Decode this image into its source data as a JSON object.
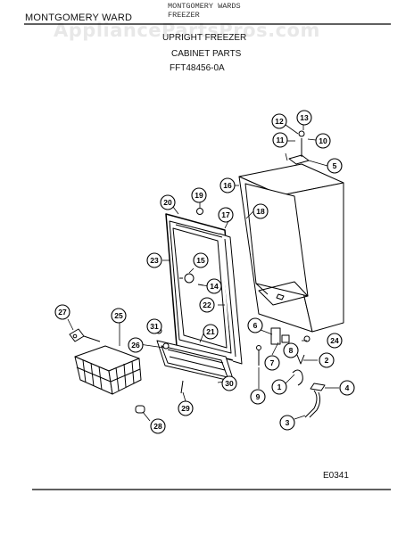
{
  "header": {
    "brand": "MONTGOMERY WARD",
    "typed_line1": "MONTGOMERY WARDS",
    "typed_line2": "FREEZER",
    "product": "UPRIGHT FREEZER",
    "section": "CABINET PARTS",
    "model": "FFT48456-0A"
  },
  "watermark": "AppliancePartsPros.com",
  "diagram_code": "E0341",
  "callouts": [
    "1",
    "2",
    "3",
    "4",
    "5",
    "6",
    "7",
    "8",
    "9",
    "10",
    "11",
    "12",
    "13",
    "14",
    "15",
    "16",
    "17",
    "18",
    "19",
    "20",
    "21",
    "22",
    "23",
    "24",
    "25",
    "26",
    "27",
    "28",
    "29",
    "30",
    "31"
  ]
}
